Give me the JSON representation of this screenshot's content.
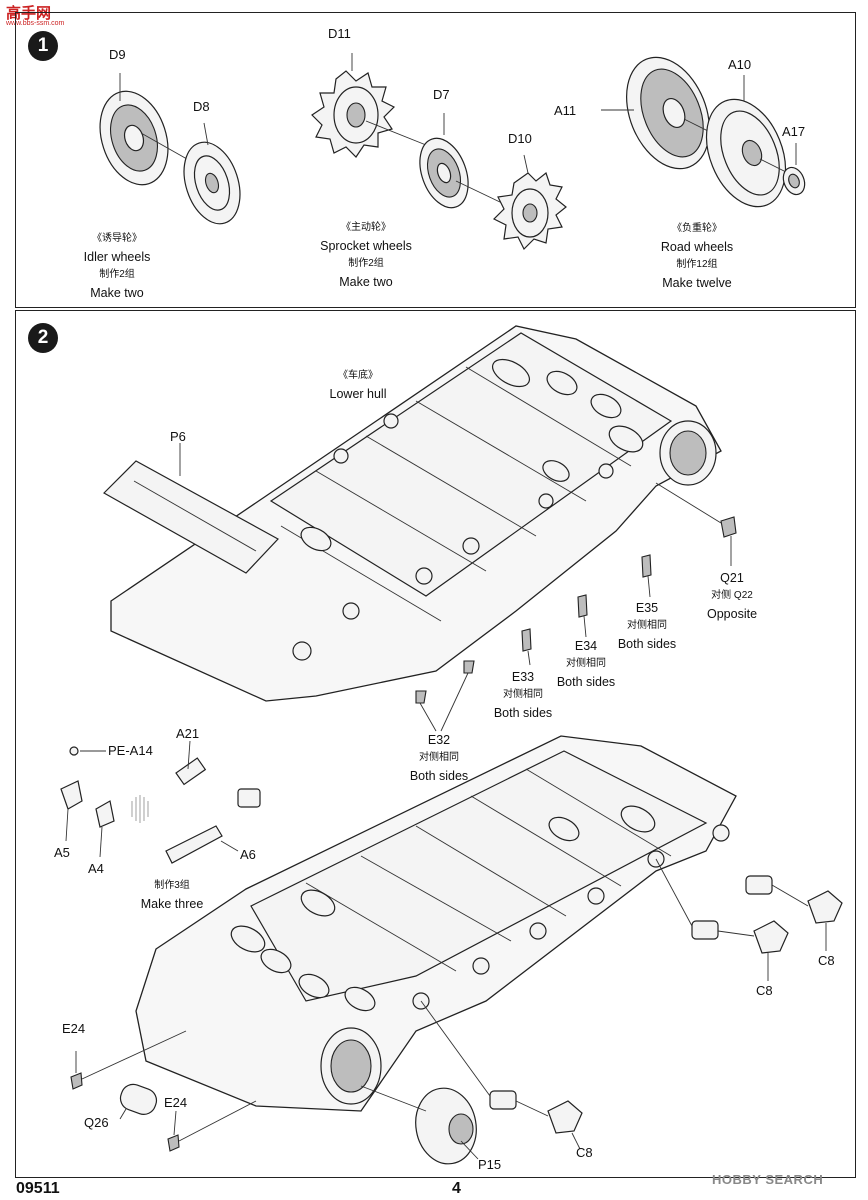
{
  "logo": {
    "mark": "高手网",
    "sub": "www.bbs-ssm.com"
  },
  "step1": {
    "number": "1",
    "labels": {
      "d9": "D9",
      "d8": "D8",
      "d11": "D11",
      "d7": "D7",
      "d10": "D10",
      "a10": "A10",
      "a11": "A11",
      "a17": "A17"
    },
    "idler": {
      "cn": "《诱导轮》",
      "en": "Idler wheels",
      "count_cn": "制作2组",
      "count_en": "Make two"
    },
    "sprocket": {
      "cn": "《主动轮》",
      "en": "Sprocket wheels",
      "count_cn": "制作2组",
      "count_en": "Make two"
    },
    "road": {
      "cn": "《负重轮》",
      "en": "Road  wheels",
      "count_cn": "制作12组",
      "count_en": "Make twelve"
    }
  },
  "step2": {
    "number": "2",
    "lower_hull": {
      "cn": "《车底》",
      "en": "Lower hull"
    },
    "labels": {
      "p6": "P6",
      "q21": "Q21",
      "q21_sub": "对侧 Q22",
      "q21_en": "Opposite",
      "e35": "E35",
      "e34": "E34",
      "e33": "E33",
      "e32": "E32",
      "both_cn": "对侧相同",
      "both_en": "Both sides",
      "pe_a14": "PE-A14",
      "a21": "A21",
      "a5": "A5",
      "a4": "A4",
      "a6": "A6",
      "make3_cn": "制作3组",
      "make3_en": "Make three",
      "c8": "C8",
      "e24": "E24",
      "q26": "Q26",
      "p15": "P15"
    }
  },
  "footer": {
    "code": "09511",
    "page": "4"
  },
  "watermark": "HOBBY SEARCH"
}
